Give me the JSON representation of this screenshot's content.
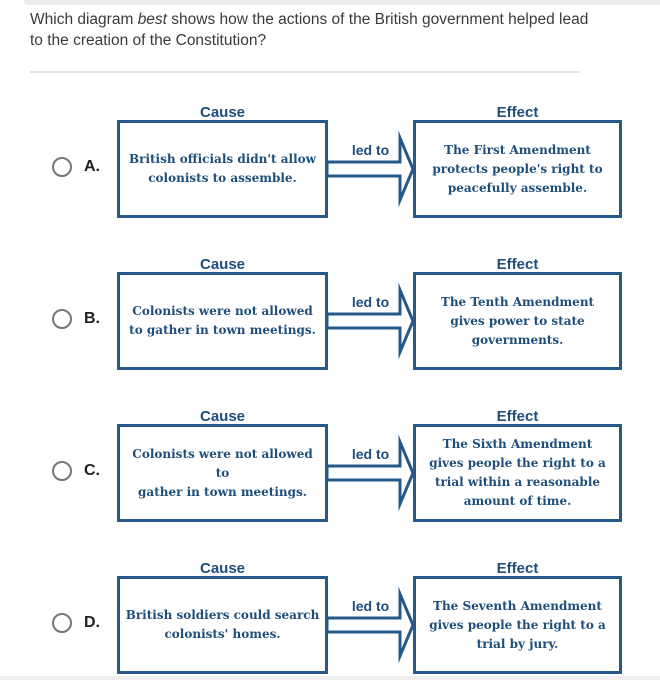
{
  "question": {
    "prefix": "Which diagram ",
    "emphasis": "best",
    "suffix": " shows how the actions of the British government helped lead to the creation of the Constitution?"
  },
  "labels": {
    "cause": "Cause",
    "effect": "Effect",
    "arrow": "led to"
  },
  "options": [
    {
      "letter": "A.",
      "cause": "British officials didn't allow\ncolonists to assemble.",
      "effect": "The First Amendment\nprotects people's right to\npeacefully assemble."
    },
    {
      "letter": "B.",
      "cause": "Colonists were not allowed\nto gather in town meetings.",
      "effect": "The Tenth Amendment\ngives power to state\ngovernments."
    },
    {
      "letter": "C.",
      "cause": "Colonists were not allowed to\ngather in town meetings.",
      "effect": "The Sixth Amendment\ngives people the right to a\ntrial within a reasonable\namount of time."
    },
    {
      "letter": "D.",
      "cause": "British soldiers could search\ncolonists' homes.",
      "effect": "The Seventh Amendment\ngives people the right to a\ntrial by jury."
    }
  ],
  "colors": {
    "diagram_border_blue": "#27588a",
    "diagram_text_blue": "#1e4e79",
    "question_text": "#3a3a3a",
    "radio_border": "#757575",
    "divider": "#e4e4e4"
  }
}
